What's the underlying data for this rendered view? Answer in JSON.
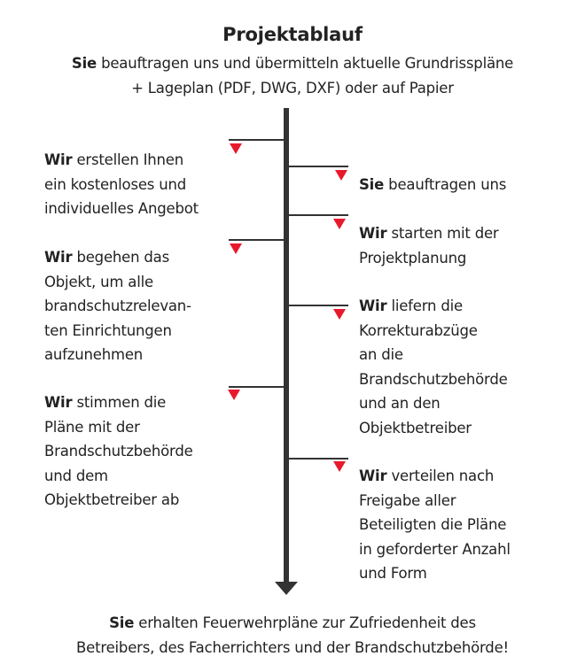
{
  "title": "Projektablauf",
  "intro": {
    "bold": "Sie",
    "line1": " beauftragen uns und übermitteln aktuelle Grundrisspläne",
    "line2": "+ Lageplan (PDF, DWG, DXF) oder auf Papier"
  },
  "left": [
    {
      "bold": "Wir",
      "lines": [
        " erstellen Ihnen",
        "ein kostenloses und",
        "individuelles Angebot"
      ]
    },
    {
      "bold": "Wir",
      "lines": [
        " begehen das",
        "Objekt, um alle",
        "brandschutzrelevan-",
        "ten Einrichtungen",
        "aufzunehmen"
      ]
    },
    {
      "bold": "Wir",
      "lines": [
        " stimmen die",
        "Pläne mit der",
        "Brandschutzbehörde",
        "und dem",
        "Objektbetreiber ab"
      ]
    }
  ],
  "right": [
    {
      "bold": "Sie",
      "lines": [
        " beauftragen uns"
      ]
    },
    {
      "bold": "Wir",
      "lines": [
        " starten mit der",
        "Projektplanung"
      ]
    },
    {
      "bold": "Wir",
      "lines": [
        " liefern die",
        "Korrekturabzüge",
        "an die",
        "Brandschutzbehörde",
        "und an den",
        "Objektbetreiber"
      ]
    },
    {
      "bold": "Wir",
      "lines": [
        " verteilen nach",
        "Freigabe aller",
        "Beteiligten die Pläne",
        "in geforderter Anzahl",
        "und Form"
      ]
    }
  ],
  "outro": {
    "bold": "Sie",
    "line1": " erhalten Feuerwehrpläne zur Zufriedenheit des",
    "line2": "Betreibers, des Facherrichters und der Brandschutzbehörde!"
  },
  "colors": {
    "accent": "#e8192c",
    "line": "#333333"
  }
}
